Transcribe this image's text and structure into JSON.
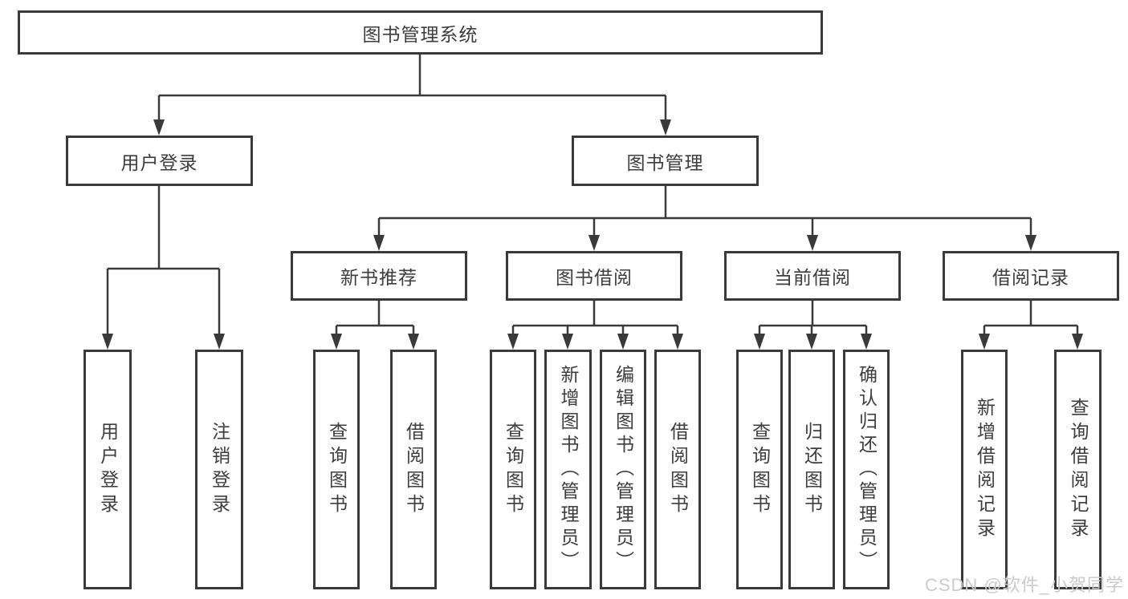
{
  "diagram": {
    "title": "图书管理系统",
    "root": "图书管理系统",
    "level2": [
      {
        "label": "用户登录",
        "leaves": [
          "用户登录",
          "注销登录"
        ]
      },
      {
        "label": "图书管理"
      }
    ],
    "level3": [
      {
        "label": "新书推荐",
        "leaves": [
          "查询图书",
          "借阅图书"
        ]
      },
      {
        "label": "图书借阅",
        "leaves": [
          "查询图书",
          "新增图书（管理员）",
          "编辑图书（管理员）",
          "借阅图书"
        ]
      },
      {
        "label": "当前借阅",
        "leaves": [
          "查询图书",
          "归还图书",
          "确认归还（管理员）"
        ]
      },
      {
        "label": "借阅记录",
        "leaves": [
          "新增借阅记录",
          "查询借阅记录"
        ]
      }
    ]
  },
  "watermark": "CSDN @软件_小贺同学",
  "colors": {
    "line": "#3a3a3a",
    "box_border": "#3a3a3a",
    "text": "#3d3d3d",
    "background": "#ffffff",
    "watermark": "#cbcbcb"
  }
}
